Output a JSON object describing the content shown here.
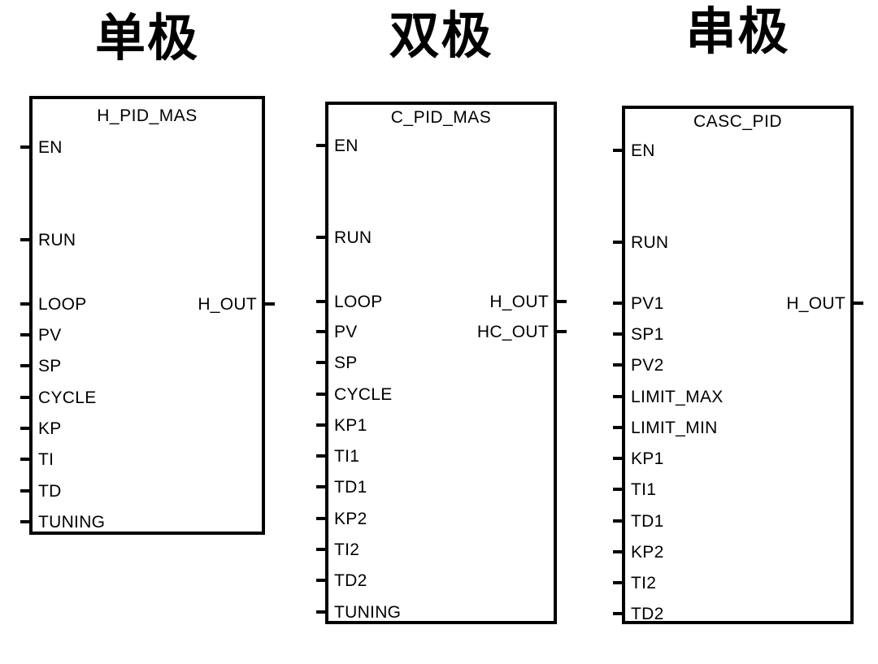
{
  "page": {
    "background": "#ffffff",
    "line_color": "#000000",
    "text_color": "#000000"
  },
  "sections": [
    {
      "heading": "单极",
      "block": {
        "title": "H_PID_MAS",
        "inputs": [
          "EN",
          "RUN",
          "LOOP",
          "PV",
          "SP",
          "CYCLE",
          "KP",
          "TI",
          "TD",
          "TUNING"
        ],
        "outputs": [
          "H_OUT"
        ]
      }
    },
    {
      "heading": "双极",
      "block": {
        "title": "C_PID_MAS",
        "inputs": [
          "EN",
          "RUN",
          "LOOP",
          "PV",
          "SP",
          "CYCLE",
          "KP1",
          "TI1",
          "TD1",
          "KP2",
          "TI2",
          "TD2",
          "TUNING"
        ],
        "outputs": [
          "H_OUT",
          "HC_OUT"
        ]
      }
    },
    {
      "heading": "串极",
      "block": {
        "title": "CASC_PID",
        "inputs": [
          "EN",
          "RUN",
          "PV1",
          "SP1",
          "PV2",
          "LIMIT_MAX",
          "LIMIT_MIN",
          "KP1",
          "TI1",
          "TD1",
          "KP2",
          "TI2",
          "TD2"
        ],
        "outputs": [
          "H_OUT"
        ]
      }
    }
  ]
}
